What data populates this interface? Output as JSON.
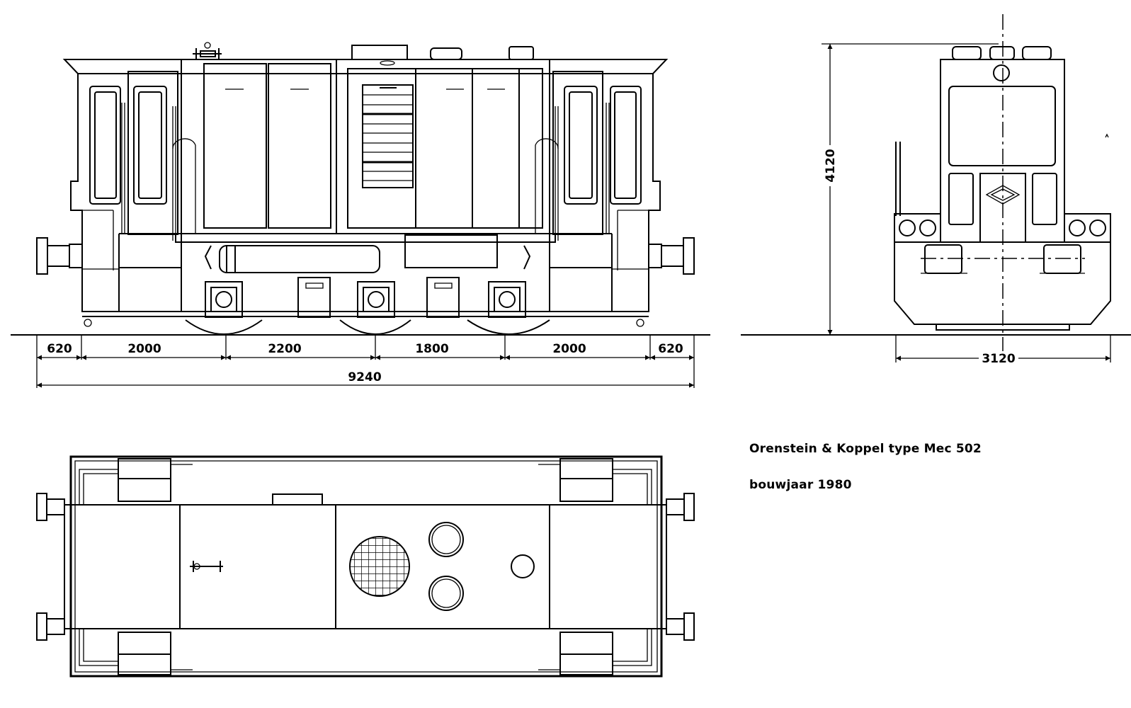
{
  "caption": {
    "line1": "Orenstein & Koppel  type Mec 502",
    "line2": "bouwjaar 1980"
  },
  "side_view": {
    "segment_dimensions": [
      "620",
      "2000",
      "2200",
      "1800",
      "2000",
      "620"
    ],
    "overall_length": "9240"
  },
  "end_view": {
    "height": "4120",
    "width": "3120"
  }
}
